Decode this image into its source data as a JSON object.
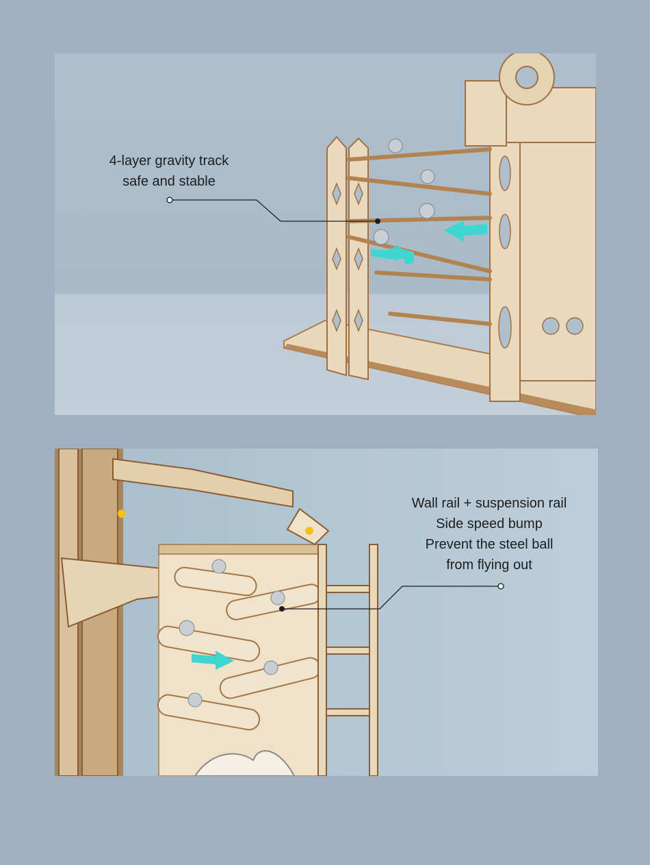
{
  "panels": {
    "top": {
      "caption_lines": [
        "4-layer gravity track",
        "safe and stable"
      ]
    },
    "bottom": {
      "caption_lines": [
        "Wall rail + suspension rail",
        "Side speed bump",
        "Prevent the steel ball",
        "from flying out"
      ]
    }
  },
  "colors": {
    "page_background": "#9fb1c0",
    "wood": "#e6d4b6",
    "wood_edge": "#9a6a3e",
    "arrow": "#3fd6d0",
    "callout_line": "#1d1d1d"
  }
}
